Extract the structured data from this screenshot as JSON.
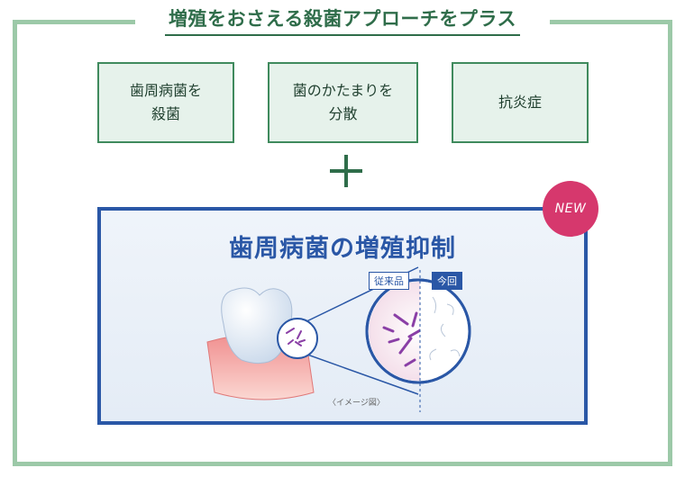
{
  "title": "増殖をおさえる殺菌アプローチをプラス",
  "features": [
    {
      "label": "歯周病菌を\n殺菌"
    },
    {
      "label": "菌のかたまりを\n分散"
    },
    {
      "label": "抗炎症"
    }
  ],
  "badge": "NEW",
  "panel": {
    "title": "歯周病菌の増殖抑制",
    "label_old": "従来品",
    "label_new": "今回",
    "note": "〈イメージ図〉"
  },
  "colors": {
    "frame": "#9cc9a8",
    "accent_green": "#2f6d4a",
    "box_fill": "#e6f2eb",
    "panel_blue": "#2a57a6",
    "badge_pink": "#d6386d",
    "bacteria_purple": "#8a3fa6"
  }
}
